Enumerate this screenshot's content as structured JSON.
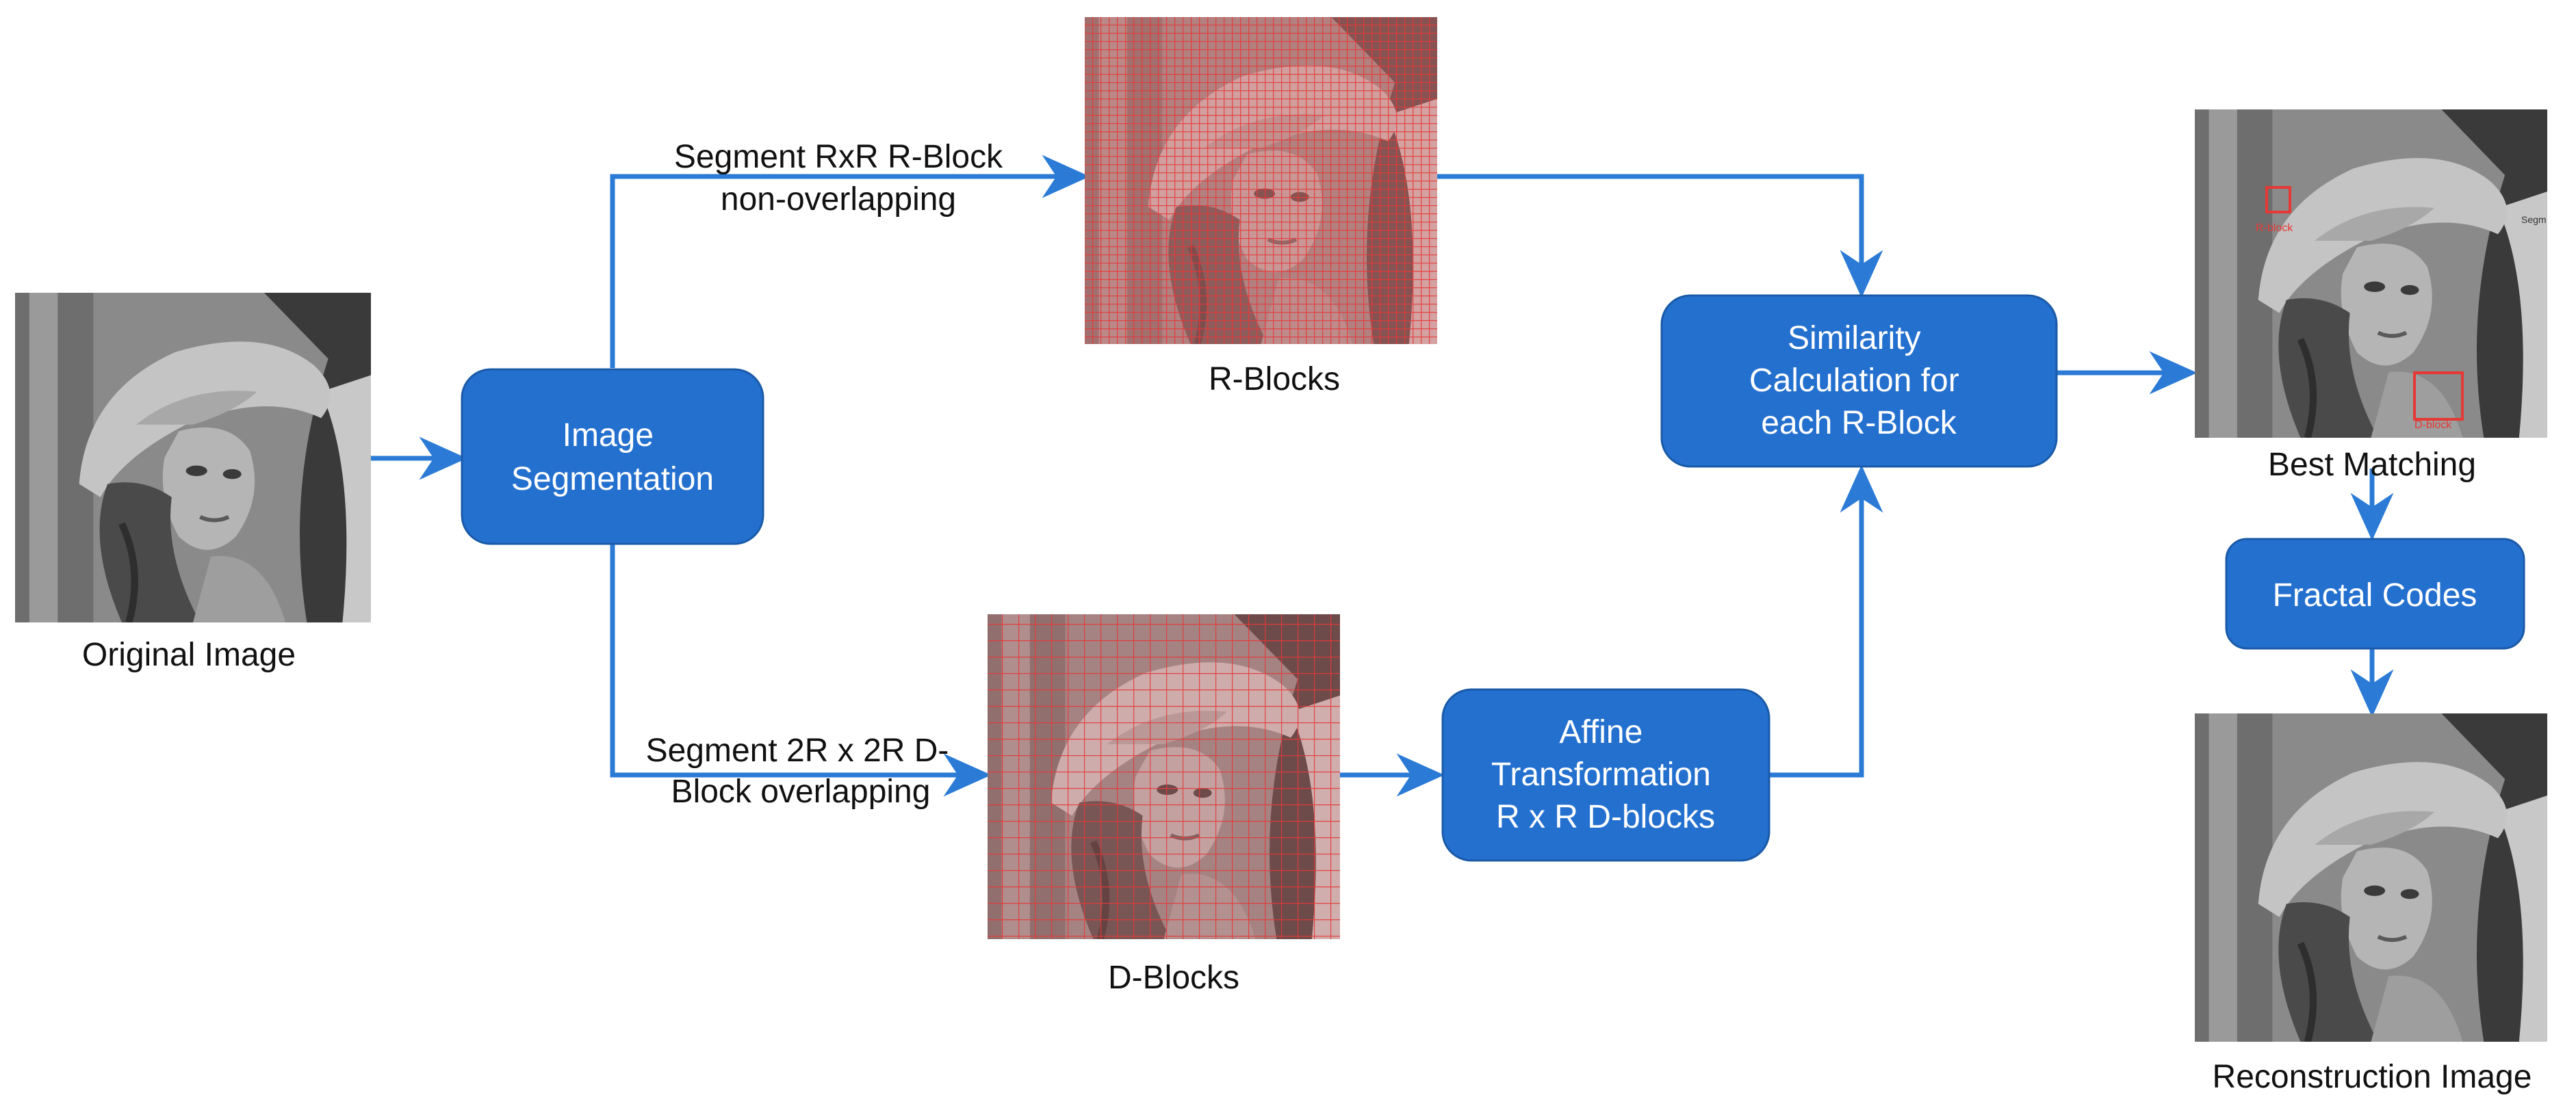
{
  "colors": {
    "accent_blue": "#2b7bd6",
    "box_fill": "#2470cf",
    "box_stroke": "#1a5aa8",
    "red_grid": "#e53935",
    "text": "#111111"
  },
  "images": {
    "original": {
      "label": "Original Image"
    },
    "r_blocks": {
      "label": "R-Blocks"
    },
    "d_blocks": {
      "label": "D-Blocks"
    },
    "best_matching": {
      "label": "Best Matching",
      "r_tag": "R-block",
      "d_tag": "D-block",
      "side_tag": "Segm"
    },
    "reconstruction": {
      "label": "Reconstruction Image"
    }
  },
  "boxes": {
    "segmentation": {
      "lines": [
        "Image",
        "Segmentation"
      ]
    },
    "similarity": {
      "lines": [
        "Similarity",
        "Calculation for",
        "each R-Block"
      ]
    },
    "affine": {
      "lines": [
        "Affine",
        "Transformation",
        "R x R D-blocks"
      ]
    },
    "fractal": {
      "lines": [
        "Fractal Codes"
      ]
    }
  },
  "edge_labels": {
    "r_segment": {
      "line1": "Segment RxR R-Block",
      "line2": "non-overlapping"
    },
    "d_segment": {
      "line1": "Segment  2R x 2R D-",
      "line2": "Block overlapping"
    }
  }
}
